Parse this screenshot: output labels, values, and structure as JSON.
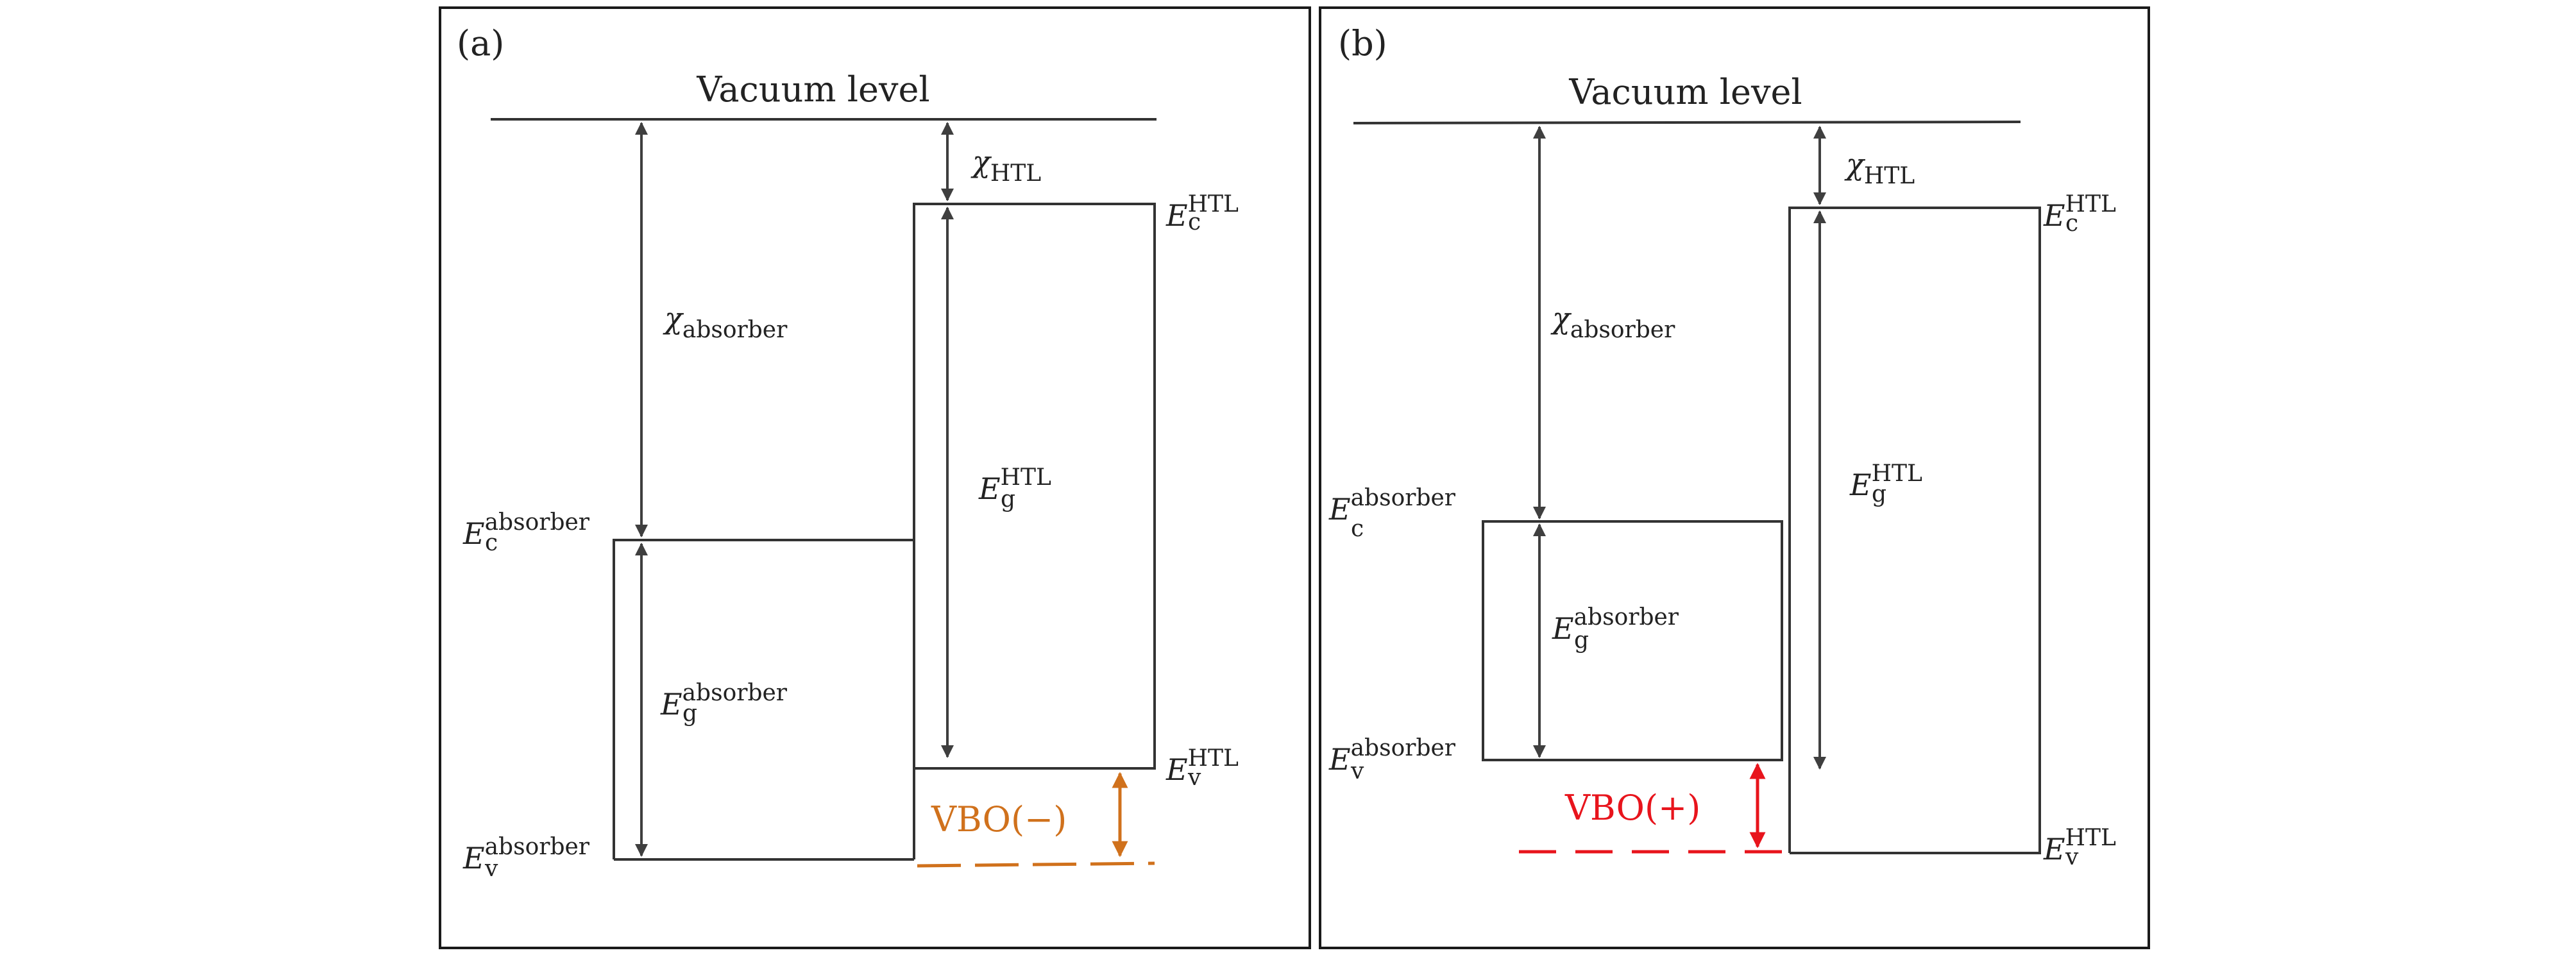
{
  "panel_a": {
    "tag": "(a)",
    "vacuum": "Vacuum level",
    "chi_sym": "χ",
    "chi_htl_sub": "HTL",
    "chi_abs_sub": "absorber",
    "e_sym": "E",
    "ec_sub": "c",
    "ev_sub": "v",
    "eg_sub": "g",
    "abs_sup": "absorber",
    "htl_sup": "HTL",
    "vbo": "VBO(−)"
  },
  "panel_b": {
    "tag": "(b)",
    "vacuum": "Vacuum level",
    "chi_sym": "χ",
    "chi_htl_sub": "HTL",
    "chi_abs_sub": "absorber",
    "e_sym": "E",
    "ec_sub": "c",
    "ev_sub": "v",
    "eg_sub": "g",
    "abs_sup": "absorber",
    "htl_sup": "HTL",
    "vbo": "VBO(+)"
  },
  "colors": {
    "line": "#333333",
    "arrow": "#3f3f3f",
    "vbo_negative": "#d0711c",
    "vbo_positive": "#e8141c"
  }
}
